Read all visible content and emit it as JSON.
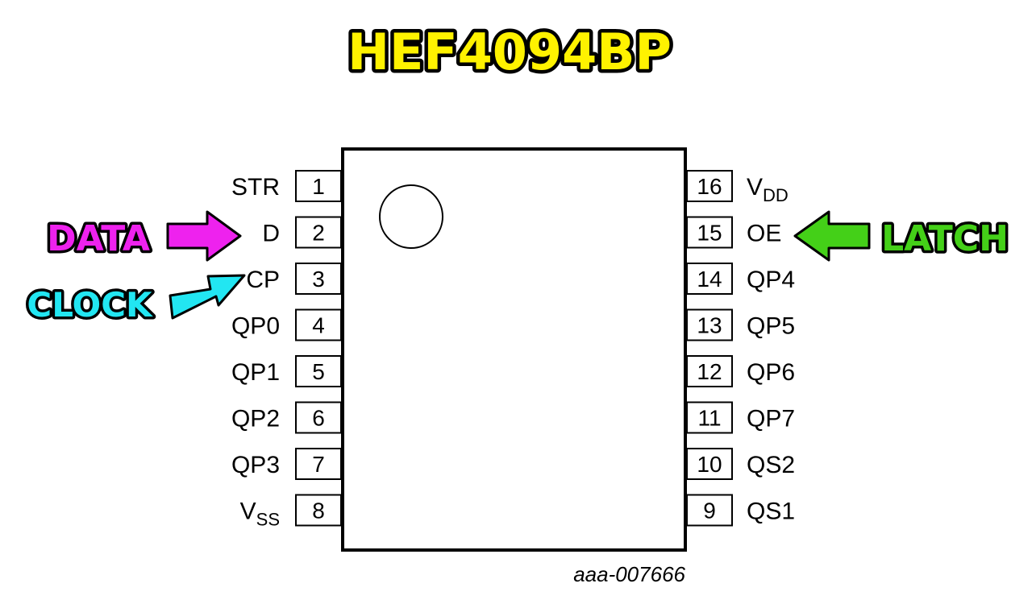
{
  "title": "HEF4094BP",
  "title_color": "#fff200",
  "reference_code": "aaa-007666",
  "left_pins": [
    {
      "number": "1",
      "label": "STR",
      "sub": ""
    },
    {
      "number": "2",
      "label": "D",
      "sub": ""
    },
    {
      "number": "3",
      "label": "CP",
      "sub": ""
    },
    {
      "number": "4",
      "label": "QP0",
      "sub": ""
    },
    {
      "number": "5",
      "label": "QP1",
      "sub": ""
    },
    {
      "number": "6",
      "label": "QP2",
      "sub": ""
    },
    {
      "number": "7",
      "label": "QP3",
      "sub": ""
    },
    {
      "number": "8",
      "label": "V",
      "sub": "SS"
    }
  ],
  "right_pins": [
    {
      "number": "16",
      "label": "V",
      "sub": "DD"
    },
    {
      "number": "15",
      "label": "OE",
      "sub": ""
    },
    {
      "number": "14",
      "label": "QP4",
      "sub": ""
    },
    {
      "number": "13",
      "label": "QP5",
      "sub": ""
    },
    {
      "number": "12",
      "label": "QP6",
      "sub": ""
    },
    {
      "number": "11",
      "label": "QP7",
      "sub": ""
    },
    {
      "number": "10",
      "label": "QS2",
      "sub": ""
    },
    {
      "number": "9",
      "label": "QS1",
      "sub": ""
    }
  ],
  "callouts": {
    "data": {
      "label": "DATA",
      "color": "#ee22ee"
    },
    "clock": {
      "label": "CLOCK",
      "color": "#22e6f2"
    },
    "latch": {
      "label": "LATCH",
      "color": "#44d018"
    }
  }
}
